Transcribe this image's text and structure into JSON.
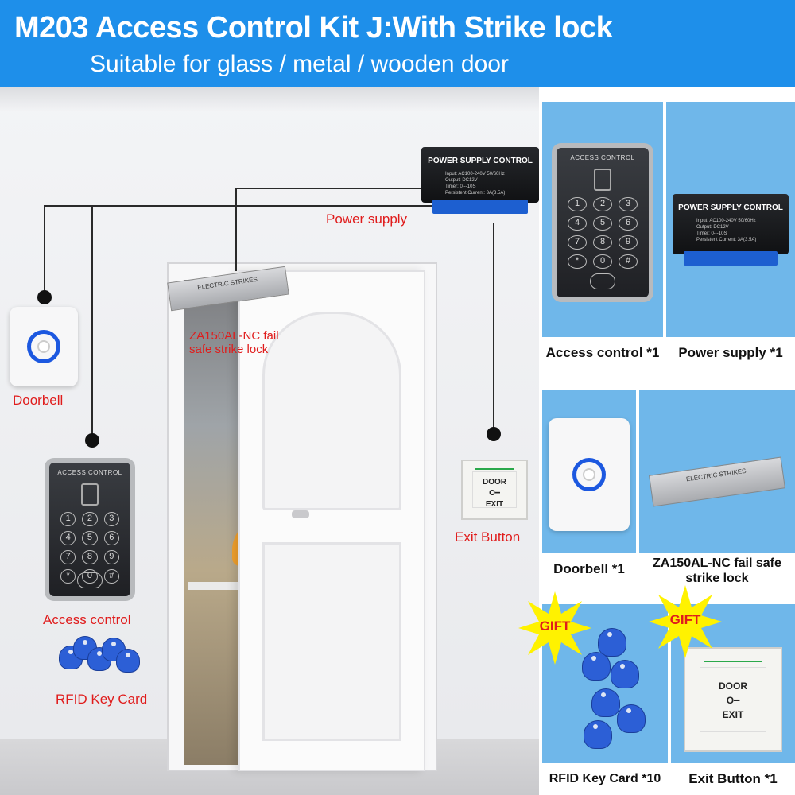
{
  "header": {
    "title": "M203 Access Control Kit J:With  Strike lock",
    "subtitle": "Suitable for glass / metal / wooden door",
    "background": "#1e8fea"
  },
  "scene": {
    "power_supply_label": "Power supply",
    "strike_label_line1": "ZA150AL-NC fail",
    "strike_label_line2": "safe strike lock",
    "doorbell_label": "Doorbell",
    "exit_button_label": "Exit Button",
    "access_control_label": "Access control",
    "rfid_label": "RFID Key Card",
    "label_color": "#e01c1c"
  },
  "devices": {
    "keypad_brand": "ACCESS CONTROL",
    "keys": [
      "1",
      "2",
      "3",
      "4",
      "5",
      "6",
      "7",
      "8",
      "9",
      "*",
      "0",
      "#"
    ],
    "psu_title": "POWER SUPPLY CONTROL",
    "psu_specs": [
      "Input:  AC100-240V  50/60Hz",
      "Output:  DC12V",
      "Timer:  0---10S",
      "Persistent  Current: 3A(3.5A)"
    ],
    "strike_text": "ELECTRIC STRIKES",
    "exit_line1": "DOOR",
    "exit_key": "O━",
    "exit_line2": "EXIT"
  },
  "panels": [
    {
      "caption": "Access control *1"
    },
    {
      "caption": "Power supply *1"
    },
    {
      "caption": "Doorbell *1"
    },
    {
      "caption_line1": "ZA150AL-NC fail safe",
      "caption_line2": "strike lock"
    },
    {
      "caption": "RFID Key Card *10"
    },
    {
      "caption": "Exit Button *1"
    }
  ],
  "gift": {
    "text": "GIFT",
    "color": "#fff200"
  },
  "panel_color": "#6fb7ea"
}
